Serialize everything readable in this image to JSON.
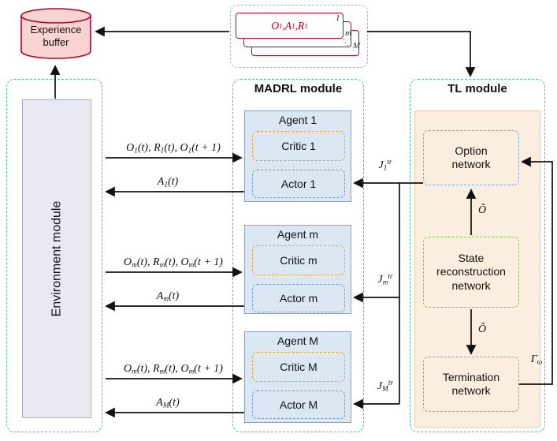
{
  "buffer": {
    "label": "Experience buffer"
  },
  "stack": {
    "tuple": [
      {
        "t": "O"
      },
      {
        "t": "1",
        "k": "sub"
      },
      {
        "t": ", "
      },
      {
        "t": "A"
      },
      {
        "t": "1",
        "k": "sub"
      },
      {
        "t": ", "
      },
      {
        "t": "R"
      },
      {
        "t": "1",
        "k": "sub"
      }
    ],
    "index_front": "1",
    "index_mid": "m",
    "index_back": "M",
    "dots": "⋱"
  },
  "environment": {
    "label": "Environment module"
  },
  "madrl": {
    "title": "MADRL module",
    "agents": [
      {
        "title": "Agent 1",
        "critic": "Critic 1",
        "actor": "Actor 1"
      },
      {
        "title": "Agent m",
        "critic": "Critic m",
        "actor": "Actor m"
      },
      {
        "title": "Agent M",
        "critic": "Critic M",
        "actor": "Actor M"
      }
    ]
  },
  "tl": {
    "title": "TL module",
    "option_label": "Option network",
    "state_label": "State reconstruction network",
    "termination_label": "Termination network"
  },
  "flows": {
    "obs1": [
      {
        "t": "O"
      },
      {
        "t": "1",
        "k": "sub"
      },
      {
        "t": "(t), "
      },
      {
        "t": "R"
      },
      {
        "t": "1",
        "k": "sub"
      },
      {
        "t": "(t), "
      },
      {
        "t": "O"
      },
      {
        "t": "1",
        "k": "sub"
      },
      {
        "t": "(t + 1)"
      }
    ],
    "act1": [
      {
        "t": "A"
      },
      {
        "t": "1",
        "k": "sub"
      },
      {
        "t": "(t)"
      }
    ],
    "obs2": [
      {
        "t": "O"
      },
      {
        "t": "m",
        "k": "sub"
      },
      {
        "t": "(t), "
      },
      {
        "t": "R"
      },
      {
        "t": "m",
        "k": "sub"
      },
      {
        "t": "(t), "
      },
      {
        "t": "O"
      },
      {
        "t": "m",
        "k": "sub"
      },
      {
        "t": "(t + 1)"
      }
    ],
    "act2": [
      {
        "t": "A"
      },
      {
        "t": "m",
        "k": "sub"
      },
      {
        "t": "(t)"
      }
    ],
    "obs3": [
      {
        "t": "O"
      },
      {
        "t": "m",
        "k": "sub"
      },
      {
        "t": "(t), "
      },
      {
        "t": "R"
      },
      {
        "t": "m",
        "k": "sub"
      },
      {
        "t": "(t), "
      },
      {
        "t": "O"
      },
      {
        "t": "m",
        "k": "sub"
      },
      {
        "t": "(t + 1)"
      }
    ],
    "act3": [
      {
        "t": "A"
      },
      {
        "t": "M",
        "k": "sub"
      },
      {
        "t": "(t)"
      }
    ],
    "j1": [
      {
        "t": "J"
      },
      {
        "t": "1",
        "k": "sub"
      },
      {
        "t": "tr",
        "k": "sup"
      }
    ],
    "jm": [
      {
        "t": "J"
      },
      {
        "t": "m",
        "k": "sub"
      },
      {
        "t": "tr",
        "k": "sup"
      }
    ],
    "jM": [
      {
        "t": "J"
      },
      {
        "t": "M",
        "k": "sub"
      },
      {
        "t": "tr",
        "k": "sup"
      }
    ],
    "o_tilde_up": "Õ",
    "o_tilde_down": "Õ",
    "gamma_omega": [
      {
        "t": "Γ"
      },
      {
        "t": "ω",
        "k": "sub"
      }
    ]
  },
  "colors": {
    "module_border_teal": "#3ec0a8",
    "stack_border_purple": "#b4a8d8",
    "red": "#c00020",
    "cylinder_fill": "#f9d2d2",
    "agent_fill": "#dce7f4",
    "agent_border": "#86a3c6",
    "critic_dash": "#e8a62e",
    "actor_dash": "#6f9fd8",
    "tl_fill": "#fceede",
    "tl_border": "#f0c9a2",
    "option_dash": "#7fa8d8",
    "state_dash": "#84bd65",
    "termination_dash": "#9a9a9a",
    "arrow": "#111111"
  }
}
